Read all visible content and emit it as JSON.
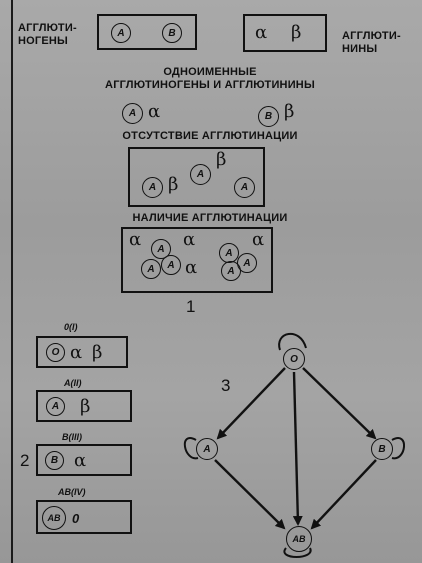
{
  "labels": {
    "agglutinogens": "АГГЛЮТИ-\nНОГЕНЫ",
    "agglutinins": "АГГЛЮТИ-\nНИНЫ",
    "same_name": "ОДНОИМЕННЫЕ\nАГГЛЮТИНОГЕНЫ И АГГЛЮТИНИНЫ",
    "absence": "ОТСУТСТВИЕ АГГЛЮТИНАЦИИ",
    "presence": "НАЛИЧИЕ АГГЛЮТИНАЦИИ"
  },
  "symbols": {
    "A": "A",
    "B": "B",
    "O": "O",
    "AB": "AB",
    "alpha": "α",
    "beta": "β",
    "zero": "0"
  },
  "figure_numbers": {
    "one": "1",
    "two": "2",
    "three": "3"
  },
  "groups": [
    {
      "id": "g1",
      "label": "0(I)"
    },
    {
      "id": "g2",
      "label": "A(II)"
    },
    {
      "id": "g3",
      "label": "B(III)"
    },
    {
      "id": "g4",
      "label": "AB(IV)"
    }
  ]
}
